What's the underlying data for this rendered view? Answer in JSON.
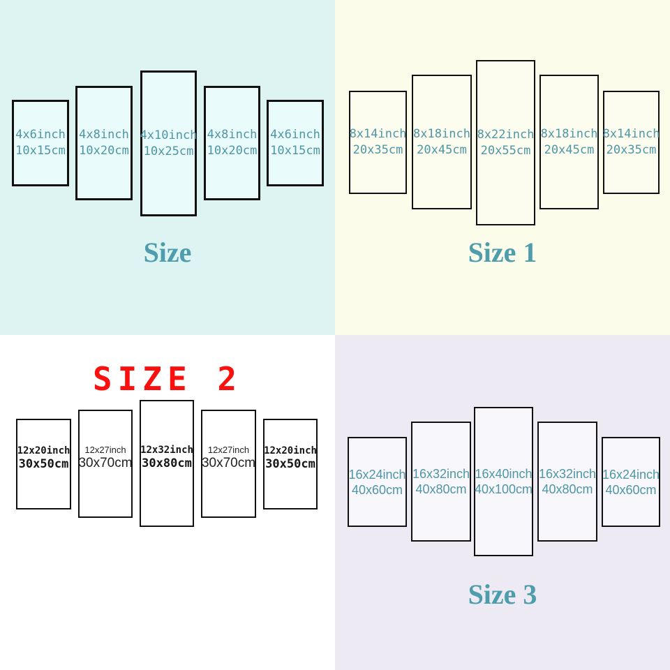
{
  "quadrants": [
    {
      "title": "Size",
      "panels": [
        {
          "inch": "4x6inch",
          "cm": "10x15cm"
        },
        {
          "inch": "4x8inch",
          "cm": "10x20cm"
        },
        {
          "inch": "4x10inch",
          "cm": "10x25cm"
        },
        {
          "inch": "4x8inch",
          "cm": "10x20cm"
        },
        {
          "inch": "4x6inch",
          "cm": "10x15cm"
        }
      ]
    },
    {
      "title": "Size 1",
      "panels": [
        {
          "inch": "8x14inch",
          "cm": "20x35cm"
        },
        {
          "inch": "8x18inch",
          "cm": "20x45cm"
        },
        {
          "inch": "8x22inch",
          "cm": "20x55cm"
        },
        {
          "inch": "8x18inch",
          "cm": "20x45cm"
        },
        {
          "inch": "8x14inch",
          "cm": "20x35cm"
        }
      ]
    },
    {
      "title": "SIZE 2",
      "panels": [
        {
          "inch": "12x20inch",
          "cm": "30x50cm"
        },
        {
          "inch": "12x27inch",
          "cm": "30x70cm"
        },
        {
          "inch": "12x32inch",
          "cm": "30x80cm"
        },
        {
          "inch": "12x27inch",
          "cm": "30x70cm"
        },
        {
          "inch": "12x20inch",
          "cm": "30x50cm"
        }
      ]
    },
    {
      "title": "Size 3",
      "panels": [
        {
          "inch": "16x24inch",
          "cm": "40x60cm"
        },
        {
          "inch": "16x32inch",
          "cm": "40x80cm"
        },
        {
          "inch": "16x40inch",
          "cm": "40x100cm"
        },
        {
          "inch": "16x32inch",
          "cm": "40x80cm"
        },
        {
          "inch": "16x24inch",
          "cm": "40x60cm"
        }
      ]
    }
  ],
  "colors": {
    "quadrant1_bg": "#ddf4f3",
    "quadrant2_bg": "#fbfce9",
    "quadrant3_bg": "#ffffff",
    "quadrant4_bg": "#edeaf3",
    "panel_border": "#101010",
    "panel_label_teal": "#4e96a6",
    "title_teal": "#4e9dad",
    "size2_red": "#fb1010"
  }
}
